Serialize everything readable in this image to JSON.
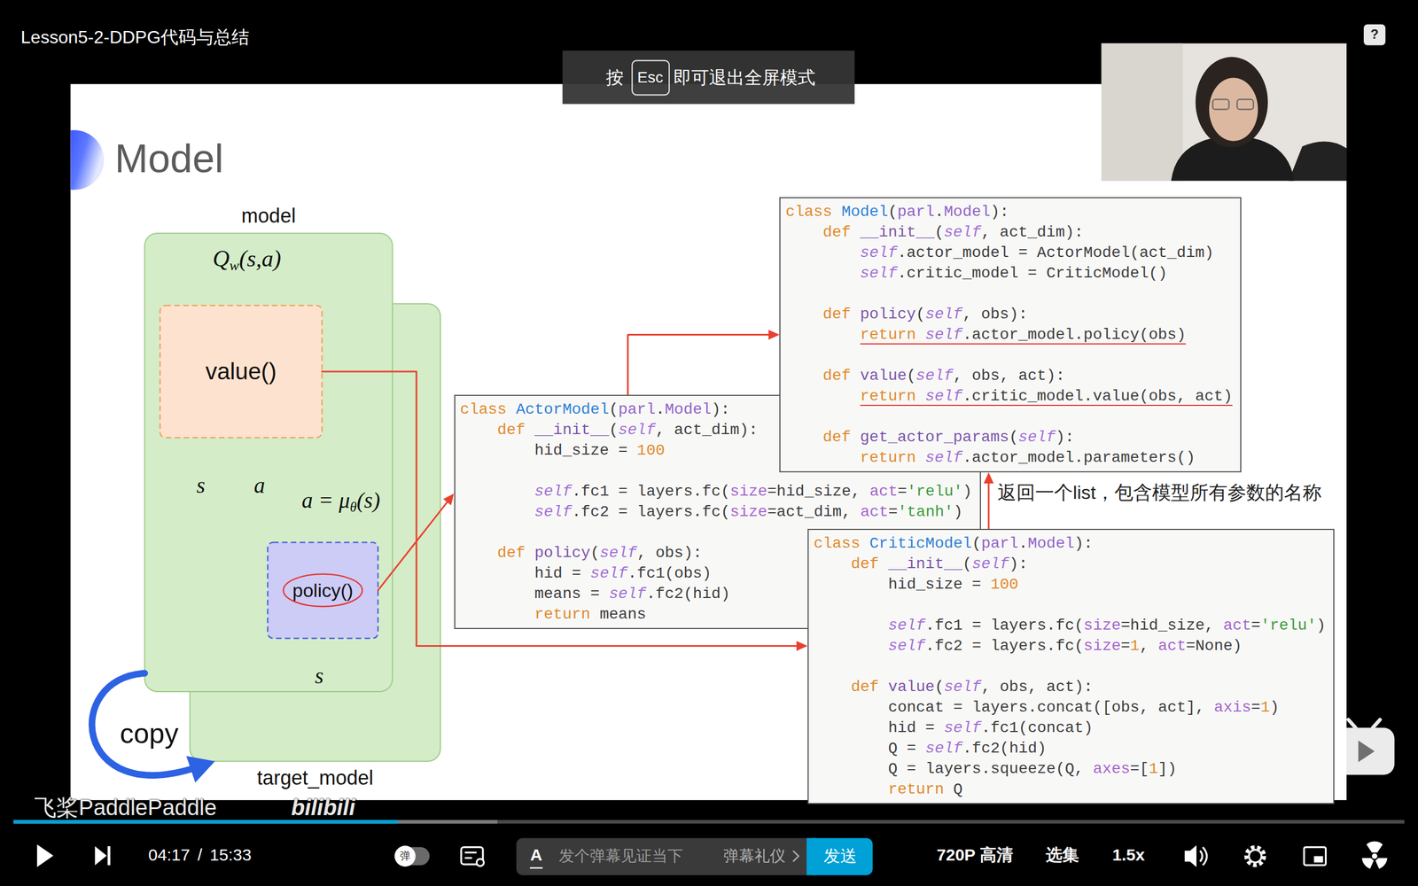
{
  "diagram": {
    "title": "Model",
    "nodes": [
      {
        "text": [
          "model"
        ]
      },
      {
        "text": [
          "value()"
        ],
        "in": 0
      },
      {
        "text": [
          "policy()"
        ],
        "in": 0
      },
      {
        "text": [
          "target_model"
        ]
      },
      {
        "text": [
          "class Model(parl.Model):",
          "def __init__(self, act_dim):",
          "self.actor_model = ActorModel(act_dim)",
          "self.critic_model = CriticModel()",
          "def policy(self, obs):",
          "return self.actor_model.policy(obs)",
          "def value(self, obs, act):",
          "return self.critic_model.value(obs, act)",
          "def get_actor_params(self):",
          "return self.actor_model.parameters()"
        ]
      },
      {
        "text": [
          "class ActorModel(parl.Model):",
          "def __init__(self, act_dim):",
          "hid_size = 100",
          "self.fc1 = layers.fc(size=hid_size, act='relu')",
          "self.fc2 = layers.fc(size=act_dim, act='tanh')",
          "def policy(self, obs):",
          "hid = self.fc1(obs)",
          "means = self.fc2(hid)",
          "return means"
        ]
      },
      {
        "text": [
          "class CriticModel(parl.Model):",
          "def __init__(self):",
          "hid_size = 100",
          "self.fc1 = layers.fc(size=hid_size, act='relu')",
          "self.fc2 = layers.fc(size=1, act=None)",
          "def value(self, obs, act):",
          "concat = layers.concat([obs, act], axis=1)",
          "hid = self.fc1(concat)",
          "Q = self.fc2(hid)",
          "Q = layers.squeeze(Q, axes=[1])",
          "return Q"
        ]
      }
    ],
    "edges": [
      {
        "from": 0,
        "to": 3,
        "label": "copy",
        "arrow": "to"
      },
      {
        "from": 2,
        "to": 5,
        "arrow": "to"
      },
      {
        "from": 1,
        "to": 6,
        "arrow": "to"
      },
      {
        "from": 5,
        "to": 4,
        "arrow": "to"
      },
      {
        "from": 6,
        "to": 4,
        "arrow": "to"
      }
    ],
    "labels": [
      "Lesson5-2-DDPG代码与总结",
      "按",
      "Esc",
      "即可退出全屏模式",
      "?",
      "Qw(s,a)",
      "s",
      "a",
      "a = μθ(s)",
      "s",
      "返回一个list，包含模型所有参数的名称",
      "飞桨PaddlePaddle",
      "bilibili",
      "04:17",
      "/",
      "15:33",
      "弹",
      "A",
      "发个弹幕见证当下",
      "弹幕礼仪",
      "发送",
      "720P 高清",
      "选集",
      "1.5x"
    ]
  }
}
